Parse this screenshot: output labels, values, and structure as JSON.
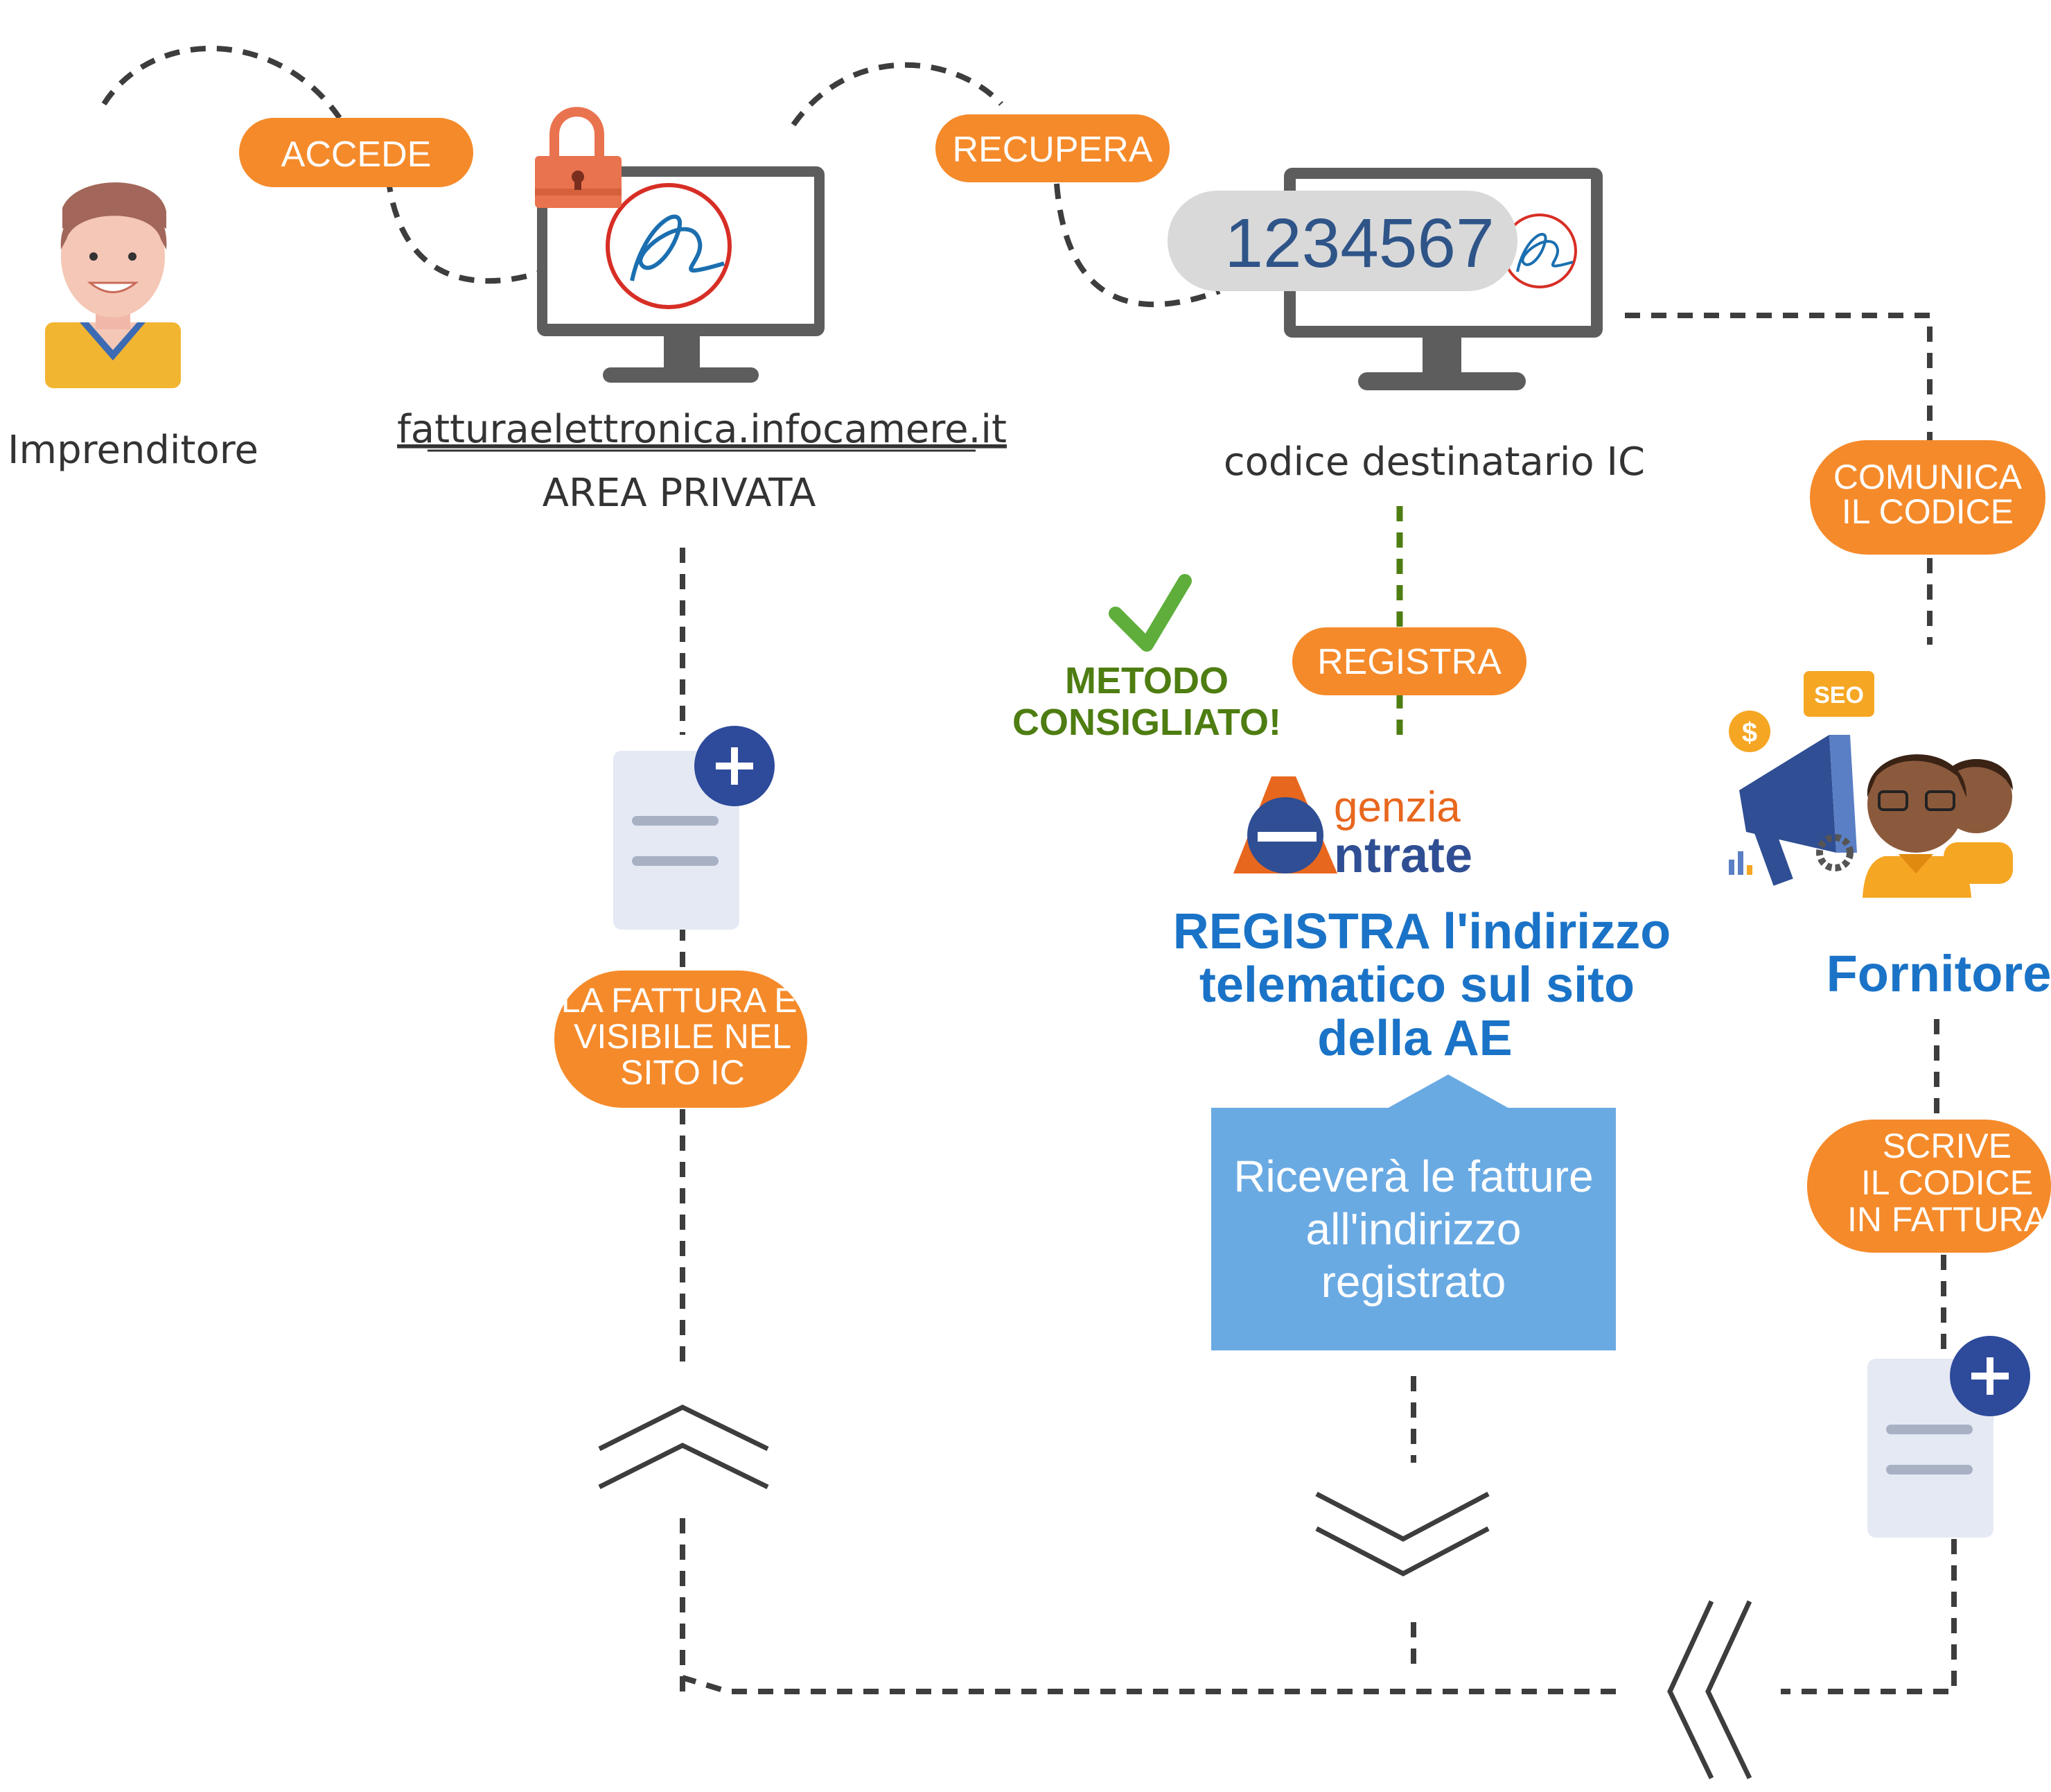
{
  "actors": {
    "entrepreneur": "Imprenditore",
    "supplier": "Fornitore"
  },
  "steps": {
    "accede": "ACCEDE",
    "recupera": "RECUPERA",
    "comunica_line1": "COMUNICA",
    "comunica_line2": "IL CODICE",
    "registra": "REGISTRA",
    "scrive_line1": "SCRIVE",
    "scrive_line2": "IL CODICE",
    "scrive_line3": "IN FATTURA",
    "fattura_line1": "LA FATTURA E'",
    "fattura_line2": "VISIBILE NEL",
    "fattura_line3": "SITO IC"
  },
  "private_area": {
    "url": "fatturaelettronica.infocamere.it",
    "label": "AREA PRIVATA"
  },
  "code_screen": {
    "code": "1234567",
    "label": "codice destinatario IC"
  },
  "recommended": {
    "line1": "METODO",
    "line2": "CONSIGLIATO!"
  },
  "agency_logo": {
    "top": "genzia",
    "bottom": "ntrate"
  },
  "registration": {
    "line1": "REGISTRA l'indirizzo",
    "line2": "telematico sul sito",
    "line3": "della AE"
  },
  "callout": {
    "line1": "Riceverà le fatture",
    "line2": "all'indirizzo",
    "line3": "registrato"
  },
  "seo_badge": "SEO",
  "colors": {
    "orange": "#f58a2a",
    "blue_heading": "#1a73c7",
    "green": "#4e7d12",
    "callout_blue": "#6aaae3",
    "navy": "#2f4e93"
  }
}
